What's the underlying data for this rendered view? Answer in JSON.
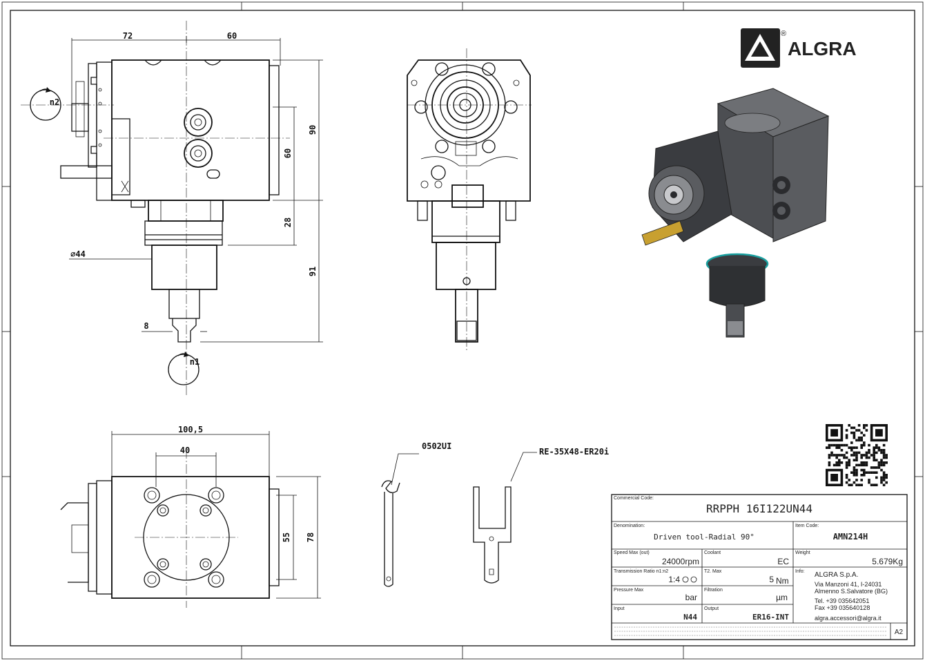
{
  "dimensions": {
    "top_width_left": "72",
    "top_width_right": "60",
    "height_total": "90",
    "height_inner": "60",
    "height_collar": "28",
    "height_shank": "91",
    "diameter": "⌀44",
    "key_width": "8",
    "bottom_width": "100,5",
    "bottom_pitch": "40",
    "bottom_h_inner": "55",
    "bottom_h_outer": "78"
  },
  "rotation_labels": {
    "n1": "n1",
    "n2": "n2"
  },
  "accessories": {
    "wrench": "0502UI",
    "spanner": "RE-35X48-ER20i"
  },
  "brand": {
    "name": "ALGRA",
    "registered": "®"
  },
  "title_block": {
    "commercial_code_label": "Commercial Code:",
    "commercial_code": "RRPPH 16I122UN44",
    "denomination_label": "Denomination:",
    "denomination": "Driven tool-Radial 90°",
    "item_code_label": "Item Code:",
    "item_code": "AMN214H",
    "speed_label": "Speed Max (out)",
    "speed_value": "24000rpm",
    "coolant_label": "Coolant",
    "coolant_value": "EC",
    "weight_label": "Weight",
    "weight_value": "5.679Kg",
    "ratio_label": "Transmission Ratio n1:n2",
    "ratio_value": "1:4",
    "torque_label": "T2. Max",
    "torque_value": "5",
    "torque_unit": "Nm",
    "info_label": "Info:",
    "pressure_label": "Pressure Max",
    "pressure_unit": "bar",
    "filtration_label": "Filtration",
    "filtration_unit": "µm",
    "input_label": "Input",
    "input_value": "N44",
    "output_label": "Output",
    "output_value": "ER16-INT",
    "company": "ALGRA S.p.A.",
    "address1": "Via Manzoni 41, I-24031",
    "address2": "Almenno S.Salvatore (BG)",
    "tel": "Tel. +39 035642051",
    "fax": "Fax +39 035640128",
    "email": "algra.accessori@algra.it",
    "sheet_size": "A2"
  }
}
